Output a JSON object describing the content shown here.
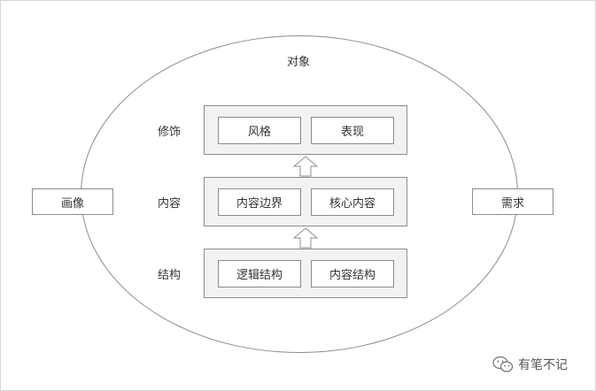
{
  "diagram": {
    "title": "对象",
    "left_node": "画像",
    "right_node": "需求",
    "layers": [
      {
        "label": "修饰",
        "cells": [
          "风格",
          "表现"
        ]
      },
      {
        "label": "内容",
        "cells": [
          "内容边界",
          "核心内容"
        ]
      },
      {
        "label": "结构",
        "cells": [
          "逻辑结构",
          "内容结构"
        ]
      }
    ],
    "colors": {
      "line": "#8c8c8c",
      "layer_fill": "#f2f2f2",
      "cell_fill": "#ffffff"
    }
  },
  "watermark": {
    "text": "有笔不记",
    "icon": "wechat-icon"
  }
}
